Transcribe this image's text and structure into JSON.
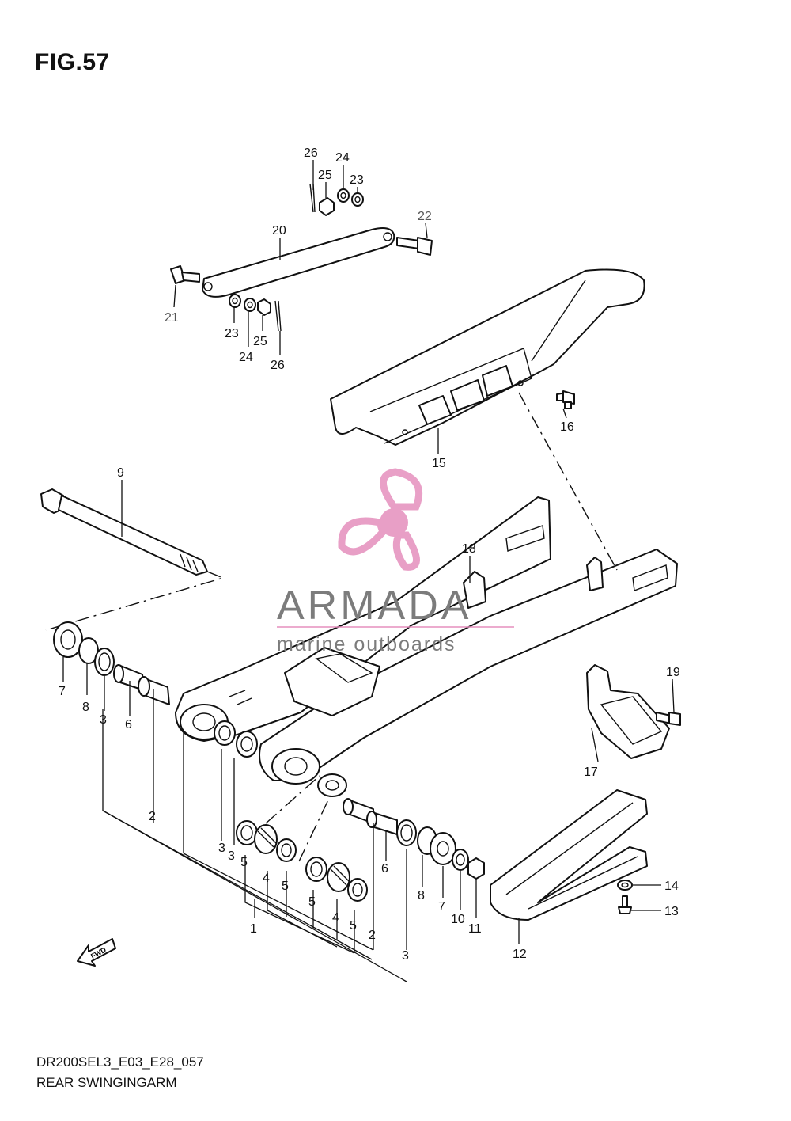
{
  "figure": {
    "title": "FIG.57",
    "code": "DR200SEL3_E03_E28_057",
    "name": "REAR SWINGINGARM"
  },
  "watermark": {
    "brand": "ARMADA",
    "tagline": "marine outboards",
    "color_logo": "#e58fbd",
    "color_text": "#7c7c7c"
  },
  "direction_badge": "FWD",
  "callouts": {
    "c1": "1",
    "c2a": "2",
    "c2b": "2",
    "c3a": "3",
    "c3b": "3",
    "c3c": "3",
    "c3d": "3",
    "c4a": "4",
    "c4b": "4",
    "c5a": "5",
    "c5b": "5",
    "c5c": "5",
    "c5d": "5",
    "c6a": "6",
    "c6b": "6",
    "c7a": "7",
    "c7b": "7",
    "c8a": "8",
    "c8b": "8",
    "c9": "9",
    "c10": "10",
    "c11": "11",
    "c12": "12",
    "c13": "13",
    "c14": "14",
    "c15": "15",
    "c16": "16",
    "c17": "17",
    "c18": "18",
    "c19": "19",
    "c20": "20",
    "c21": "21",
    "c22": "22",
    "c23a": "23",
    "c23b": "23",
    "c24a": "24",
    "c24b": "24",
    "c25a": "25",
    "c25b": "25",
    "c26a": "26",
    "c26b": "26"
  }
}
